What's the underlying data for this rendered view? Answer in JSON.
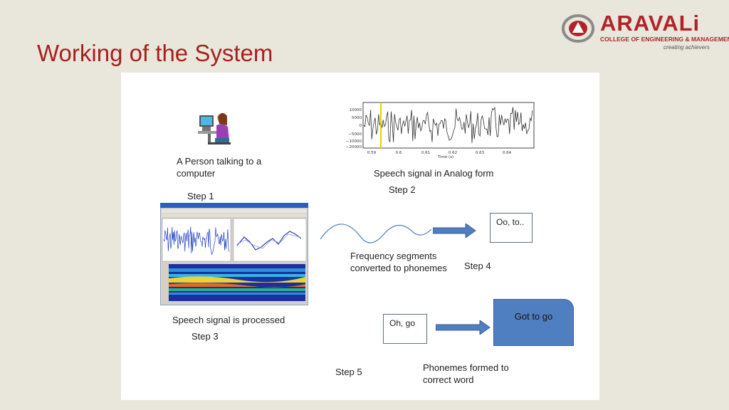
{
  "slide": {
    "title": "Working of the System"
  },
  "logo": {
    "name": "ARAVALi",
    "subtitle": "COLLEGE OF ENGINEERING & MANAGEMENT",
    "tagline": "creating achievers"
  },
  "diagram": {
    "step1": {
      "caption": "A Person talking to a computer",
      "step_label": "Step 1"
    },
    "step2": {
      "caption": "Speech signal in Analog form",
      "step_label": "Step 2",
      "chart": {
        "y_ticks": [
          "10000",
          "5000",
          "0",
          "−5000",
          "−10000",
          "−20000"
        ],
        "x_ticks": [
          "0.59",
          "0.6",
          "0.61",
          "0.62",
          "0.63",
          "0.64"
        ],
        "x_label": "Time (s)"
      }
    },
    "step3": {
      "caption": "Speech signal is processed",
      "step_label": "Step 3"
    },
    "step4": {
      "caption": "Frequency segments converted to phonemes",
      "step_label": "Step 4",
      "output_box": "Oo, to.."
    },
    "step5": {
      "step_label": "Step 5",
      "input_box": "Oh, go",
      "output_box": "Got to go",
      "caption": "Phonemes formed to correct word"
    }
  },
  "colors": {
    "title": "#a8201e",
    "brand": "#b3222a",
    "arrow": "#4f7fc1",
    "background": "#e9e7dc"
  }
}
